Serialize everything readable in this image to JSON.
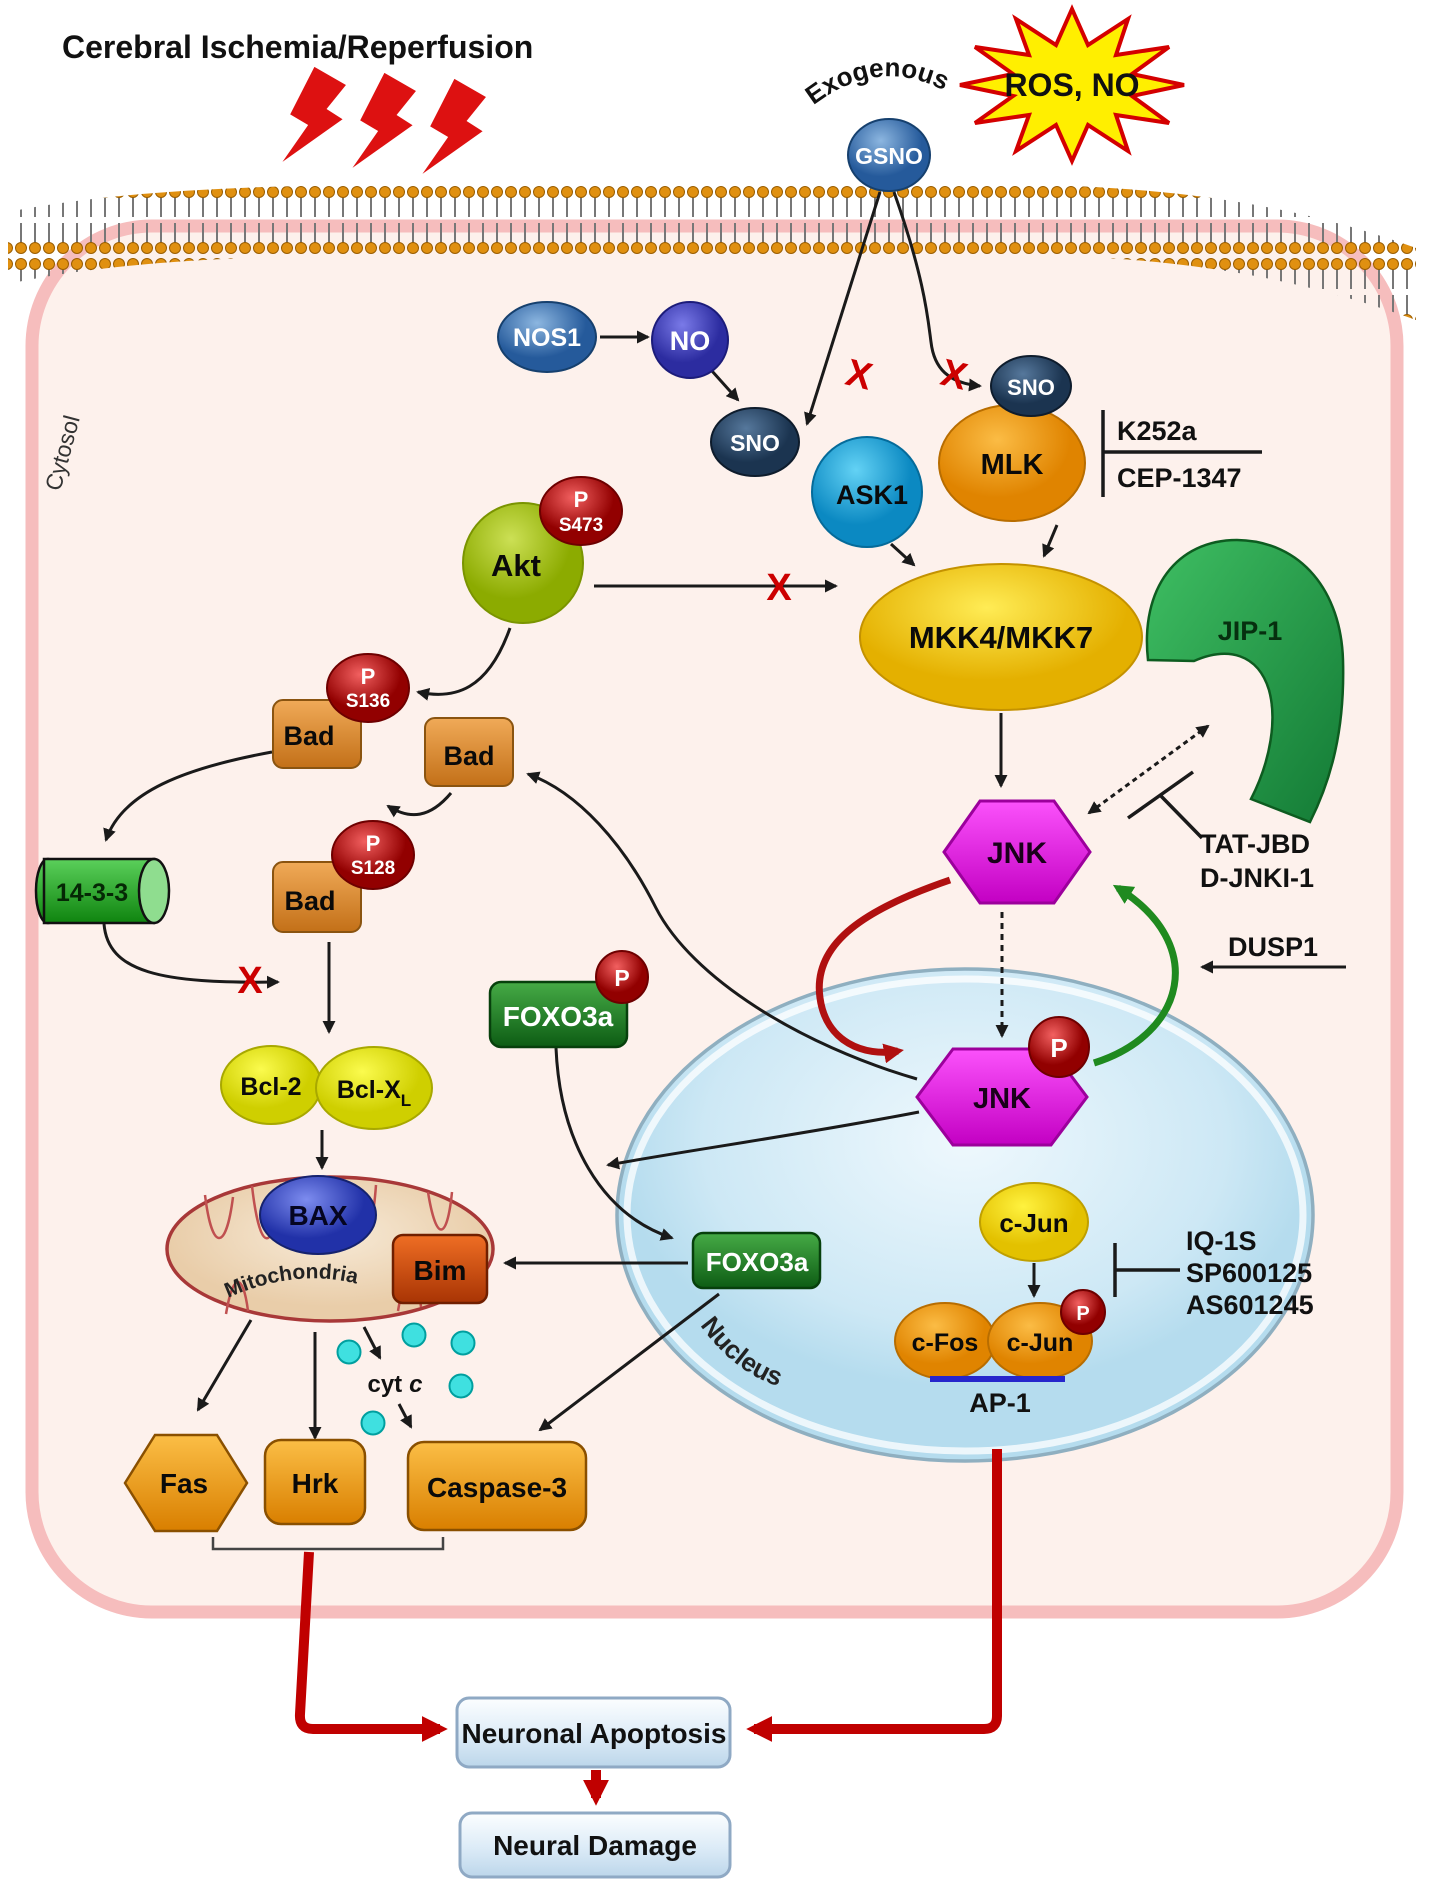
{
  "title": "Cerebral Ischemia/Reperfusion",
  "labels": {
    "exogenous": "Exogenous",
    "ros_no": "ROS, NO",
    "cytosol": "Cytosol",
    "nucleus": "Nucleus",
    "mitochondria": "Mitochondria",
    "cyt": "cyt",
    "cyt_c": "c",
    "ap1": "AP-1"
  },
  "nodes": {
    "gsno": "GSNO",
    "nos1": "NOS1",
    "no": "NO",
    "sno_ask1": "SNO",
    "ask1": "ASK1",
    "sno_mlk": "SNO",
    "mlk": "MLK",
    "akt": "Akt",
    "akt_p": "P",
    "akt_site": "S473",
    "mkk": "MKK4/MKK7",
    "jip1": "JIP-1",
    "jnk_cyto": "JNK",
    "jnk_nuc": "JNK",
    "jnk_nuc_p": "P",
    "bad_left": "Bad",
    "bad_right": "Bad",
    "bad_s128_box": "Bad",
    "p_s136": "P",
    "s136": "S136",
    "p_s128": "P",
    "s128": "S128",
    "p1433": "14-3-3",
    "bcl2": "Bcl-2",
    "bclx": "Bcl-X",
    "bclx_sub": "L",
    "bax": "BAX",
    "bim": "Bim",
    "foxo_cyto": "FOXO3a",
    "foxo_cyto_p": "P",
    "foxo_nuc": "FOXO3a",
    "cjun": "c-Jun",
    "cfos": "c-Fos",
    "cjun2": "c-Jun",
    "cjun2_p": "P",
    "fas": "Fas",
    "hrk": "Hrk",
    "casp3": "Caspase-3"
  },
  "inhibitors": {
    "mlk_1": "K252a",
    "mlk_2": "CEP-1347",
    "jnk_1": "TAT-JBD",
    "jnk_2": "D-JNKI-1",
    "dusp1": "DUSP1",
    "cjun_1": "IQ-1S",
    "cjun_2": "SP600125",
    "cjun_3": "AS601245"
  },
  "outcomes": {
    "apoptosis": "Neuronal Apoptosis",
    "damage": "Neural Damage"
  },
  "colors": {
    "cell_fill": "#fdf1ec",
    "cell_border": "#f6bdbd",
    "membrane_head": "#e09010",
    "jnk_magenta": "#e020e0",
    "phospho_red": "#c00000",
    "nucleus_blue": "#cfe7f4",
    "foxo_green": "#2d8a2d",
    "orange_node": "#f09c18",
    "outcome_box": "#d6e6f4",
    "arrow_red": "#c00000",
    "block_x_red": "#cc0000"
  }
}
